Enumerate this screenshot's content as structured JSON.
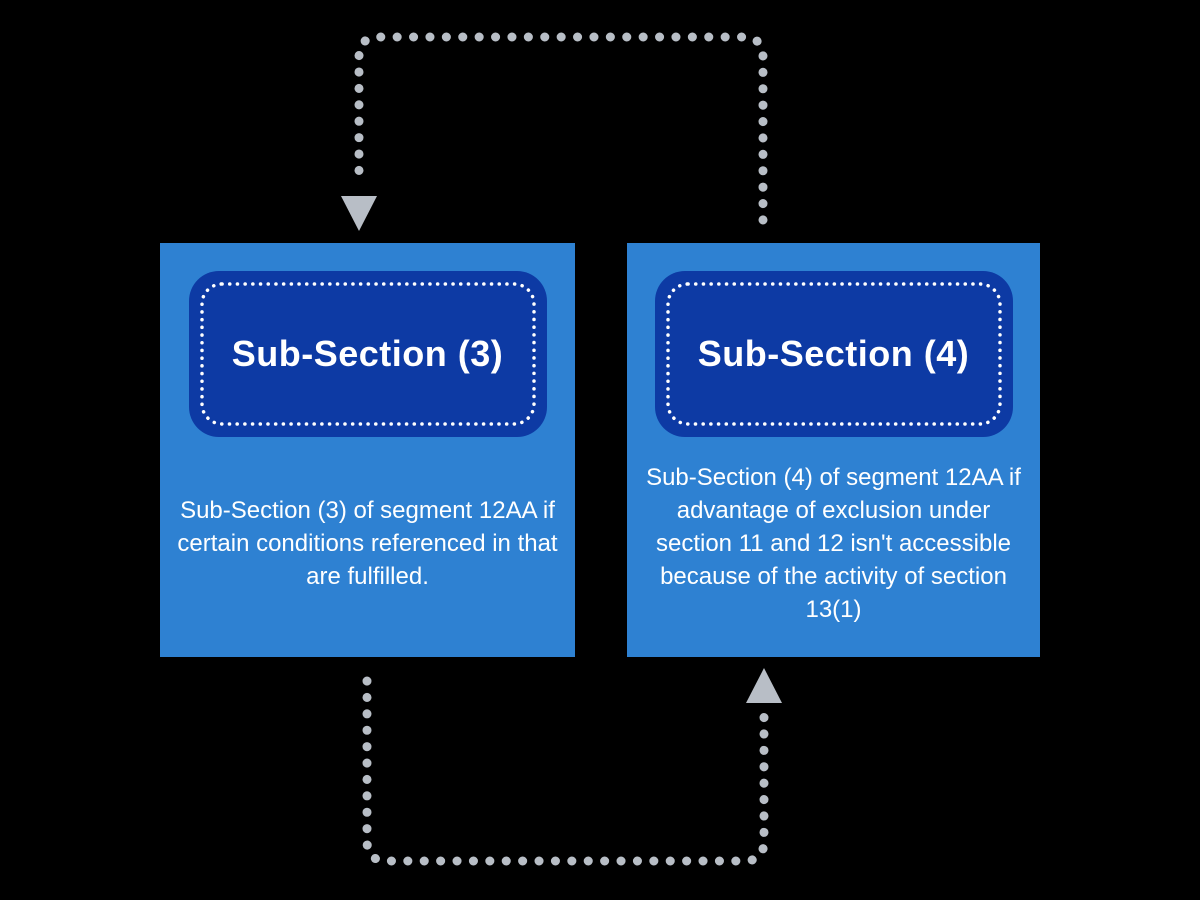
{
  "colors": {
    "canvas_bg": "#000000",
    "box_bg": "#2e81d2",
    "header_bg": "#0d3aa4",
    "text": "#ffffff",
    "connector": "#b8bec6",
    "dotted_border": "#ffffff"
  },
  "cards": [
    {
      "title": "Sub-Section (3)",
      "body": "Sub-Section (3) of segment 12AA if certain conditions referenced in that are fulfilled."
    },
    {
      "title": "Sub-Section (4)",
      "body": "Sub-Section (4) of segment 12AA if advantage of exclusion under section 11 and 12 isn't accessible because of the activity of section 13(1)"
    }
  ],
  "connectors": [
    {
      "name": "top-loop",
      "from": "sub-section-4",
      "to": "sub-section-3",
      "arrow": "down"
    },
    {
      "name": "bottom-loop",
      "from": "sub-section-3",
      "to": "sub-section-4",
      "arrow": "up"
    }
  ]
}
